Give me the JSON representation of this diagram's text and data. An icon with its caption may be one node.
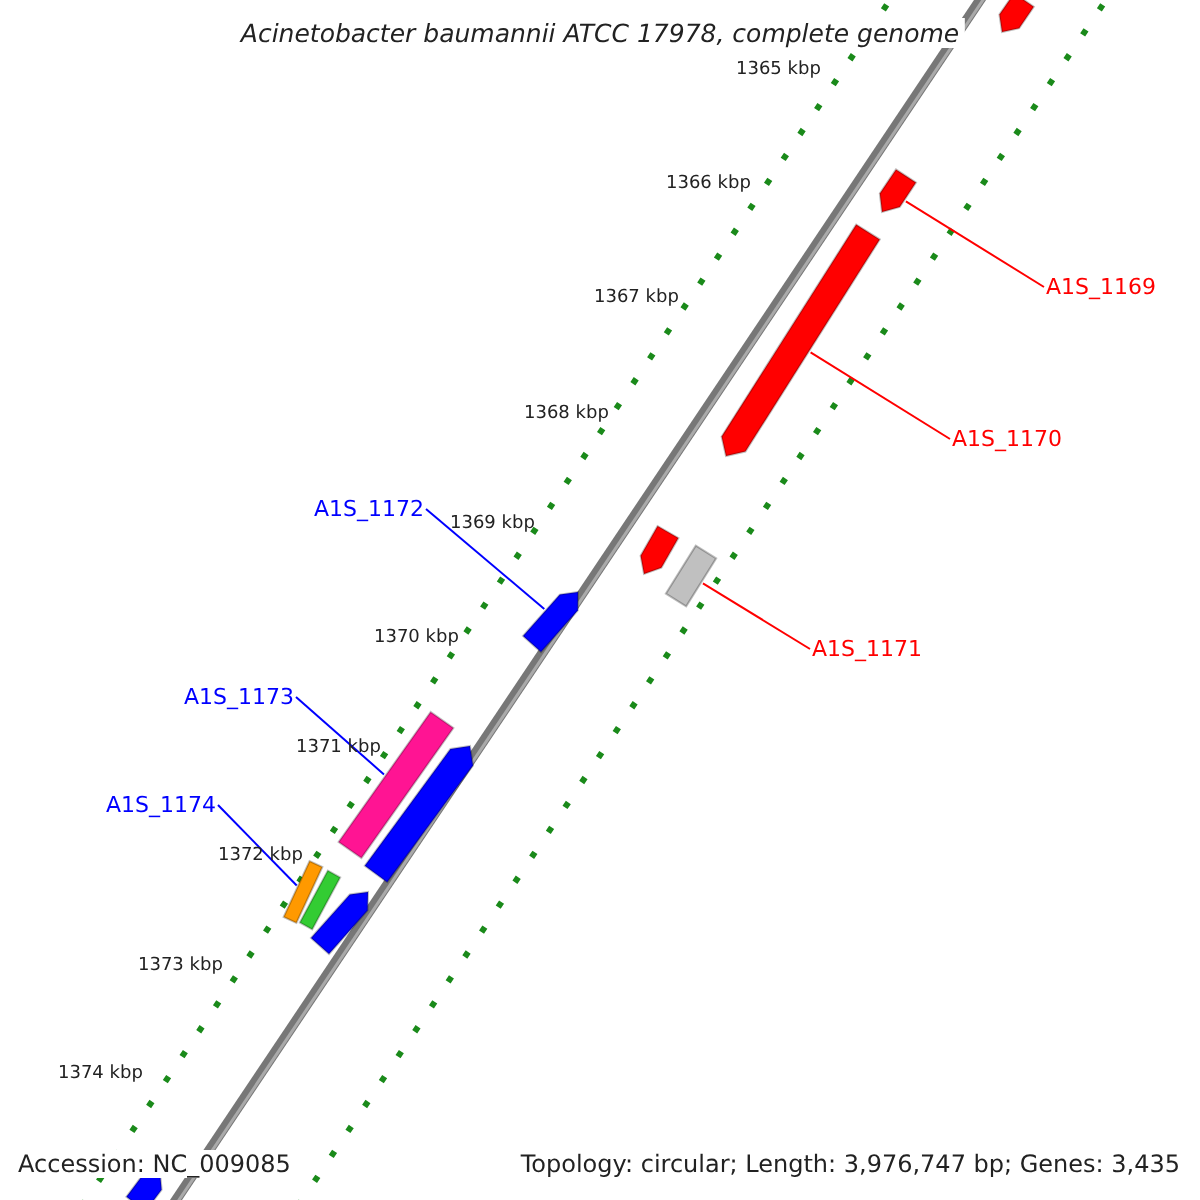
{
  "diagram": {
    "title": "Acinetobacter baumannii ATCC 17978, complete genome",
    "nodes": [
      {
        "text": [
          "A1S_1169"
        ]
      },
      {
        "text": [
          "A1S_1170"
        ]
      },
      {
        "text": [
          "A1S_1171"
        ]
      },
      {
        "text": [
          "A1S_1172"
        ]
      },
      {
        "text": [
          "A1S_1173"
        ]
      },
      {
        "text": [
          "A1S_1174"
        ]
      },
      {
        "text": [],
        "shape": "arrow"
      },
      {
        "text": [],
        "shape": "arrow"
      },
      {
        "text": [],
        "shape": "arrow"
      },
      {
        "text": [],
        "shape": "arrow"
      },
      {
        "text": [],
        "shape": "bar"
      },
      {
        "text": [],
        "shape": "arrow"
      },
      {
        "text": [],
        "shape": "bar"
      },
      {
        "text": [],
        "shape": "arrow"
      },
      {
        "text": [],
        "shape": "bar"
      },
      {
        "text": [],
        "shape": "bar"
      },
      {
        "text": [],
        "shape": "arrow"
      },
      {
        "text": [],
        "shape": "arrow"
      }
    ],
    "edges": [
      {
        "from": 0,
        "to": 7,
        "arrow": "none",
        "color": "#ff0000"
      },
      {
        "from": 1,
        "to": 8,
        "arrow": "none",
        "color": "#ff0000"
      },
      {
        "from": 2,
        "to": 10,
        "arrow": "none",
        "color": "#ff0000"
      },
      {
        "from": 3,
        "to": 11,
        "arrow": "none",
        "color": "#0000ff"
      },
      {
        "from": 4,
        "to": 12,
        "arrow": "none",
        "color": "#0000ff"
      },
      {
        "from": 5,
        "to": 14,
        "arrow": "none",
        "color": "#0000ff"
      }
    ],
    "labels": [
      "1365 kbp",
      "1366 kbp",
      "1367 kbp",
      "1368 kbp",
      "1369 kbp",
      "1370 kbp",
      "1371 kbp",
      "1372 kbp",
      "1373 kbp",
      "1374 kbp",
      "Accession: NC_009085",
      "Topology: circular; Length: 3,976,747 bp; Genes: 3,435"
    ]
  }
}
